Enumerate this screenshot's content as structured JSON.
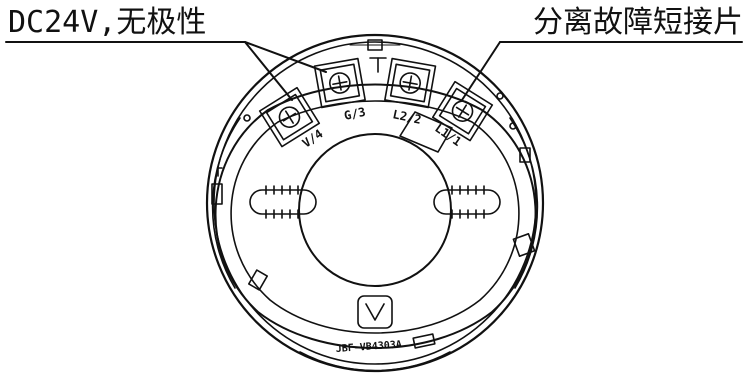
{
  "diagram": {
    "callout_left": "DC24V,无极性",
    "callout_right": "分离故障短接片",
    "terminals": [
      "V/4",
      "G/3",
      "L2/2",
      "L1/1"
    ],
    "model": "JBF-VB4303A"
  }
}
